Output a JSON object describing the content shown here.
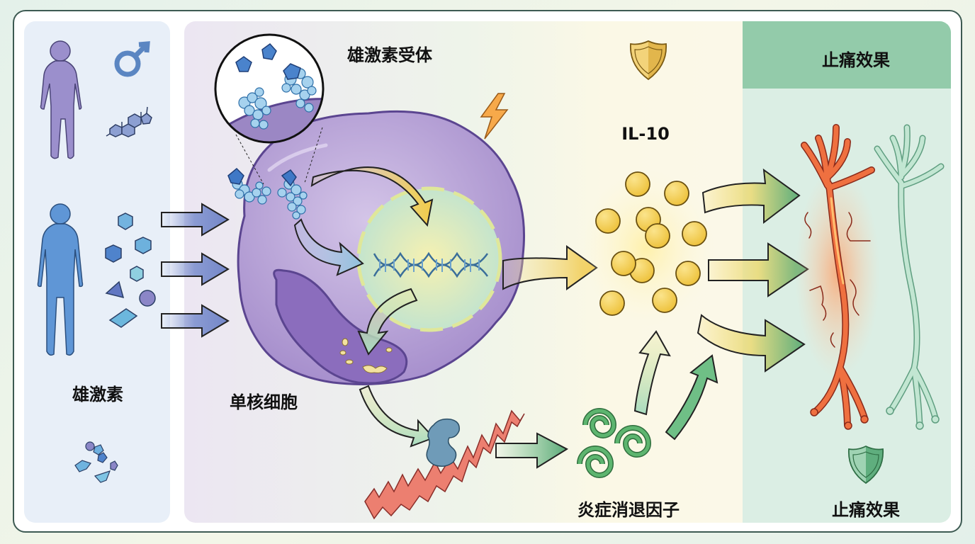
{
  "diagram": {
    "title_sections": {
      "androgen": "雄激素",
      "androgen_receptor": "雄激素受体",
      "monocyte": "单核细胞",
      "il10": "IL-10",
      "resolution_factors": "炎症消退因子",
      "analgesic_header": "止痛效果",
      "analgesic_footer": "止痛效果"
    },
    "colors": {
      "androgen_blue": "#5b8fd0",
      "monocyte_purple": "#9b87c4",
      "il10_yellow": "#f1c94a",
      "resolution_green": "#4fa868",
      "inflamed_nerve": "#ec6a3c",
      "healthy_nerve": "#bfe3d0",
      "header_green": "#93cbaa"
    },
    "icons": [
      "human-silhouette-icon",
      "male-symbol-icon",
      "steroid-molecule-icon",
      "shield-gold-icon",
      "lightning-icon",
      "shield-green-icon",
      "dna-icon"
    ],
    "flow": [
      {
        "from": "雄激素",
        "to": "单核细胞"
      },
      {
        "from": "雄激素受体",
        "to": "DNA"
      },
      {
        "from": "DNA",
        "to": "IL-10"
      },
      {
        "from": "单核细胞",
        "to": "炎症消退因子"
      },
      {
        "from": "炎症消退因子",
        "to": "IL-10"
      },
      {
        "from": "IL-10",
        "to": "止痛效果"
      }
    ]
  }
}
